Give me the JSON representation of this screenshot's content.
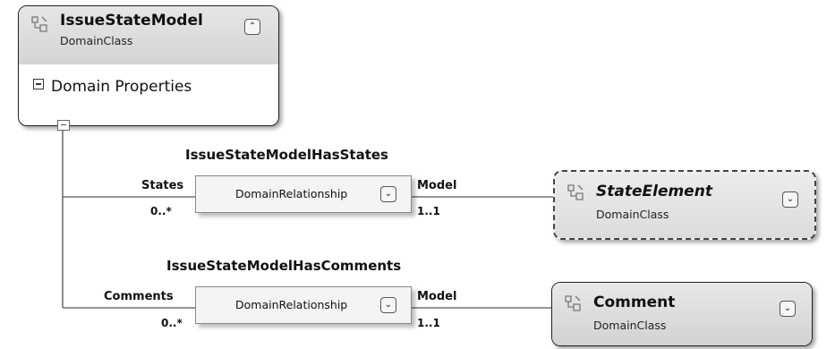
{
  "classes": {
    "issue_state_model": {
      "title": "IssueStateModel",
      "kind": "DomainClass",
      "section": "Domain Properties",
      "collapse_icon": "chevron-up-icon"
    },
    "state_element": {
      "title": "StateElement",
      "kind": "DomainClass",
      "expand_icon": "chevron-down-icon"
    },
    "comment": {
      "title": "Comment",
      "kind": "DomainClass",
      "expand_icon": "chevron-down-icon"
    }
  },
  "relationships": [
    {
      "title": "IssueStateModelHasStates",
      "kind": "DomainRelationship",
      "source_role": "States",
      "source_multiplicity": "0..*",
      "target_role": "Model",
      "target_multiplicity": "1..1"
    },
    {
      "title": "IssueStateModelHasComments",
      "kind": "DomainRelationship",
      "source_role": "Comments",
      "source_multiplicity": "0..*",
      "target_role": "Model",
      "target_multiplicity": "1..1"
    }
  ],
  "icons": {
    "domain_class": "domain-class-icon"
  },
  "colors": {
    "border": "#222222",
    "header_fill": "#dcdcdc",
    "relationship_fill": "#f4f4f4"
  }
}
